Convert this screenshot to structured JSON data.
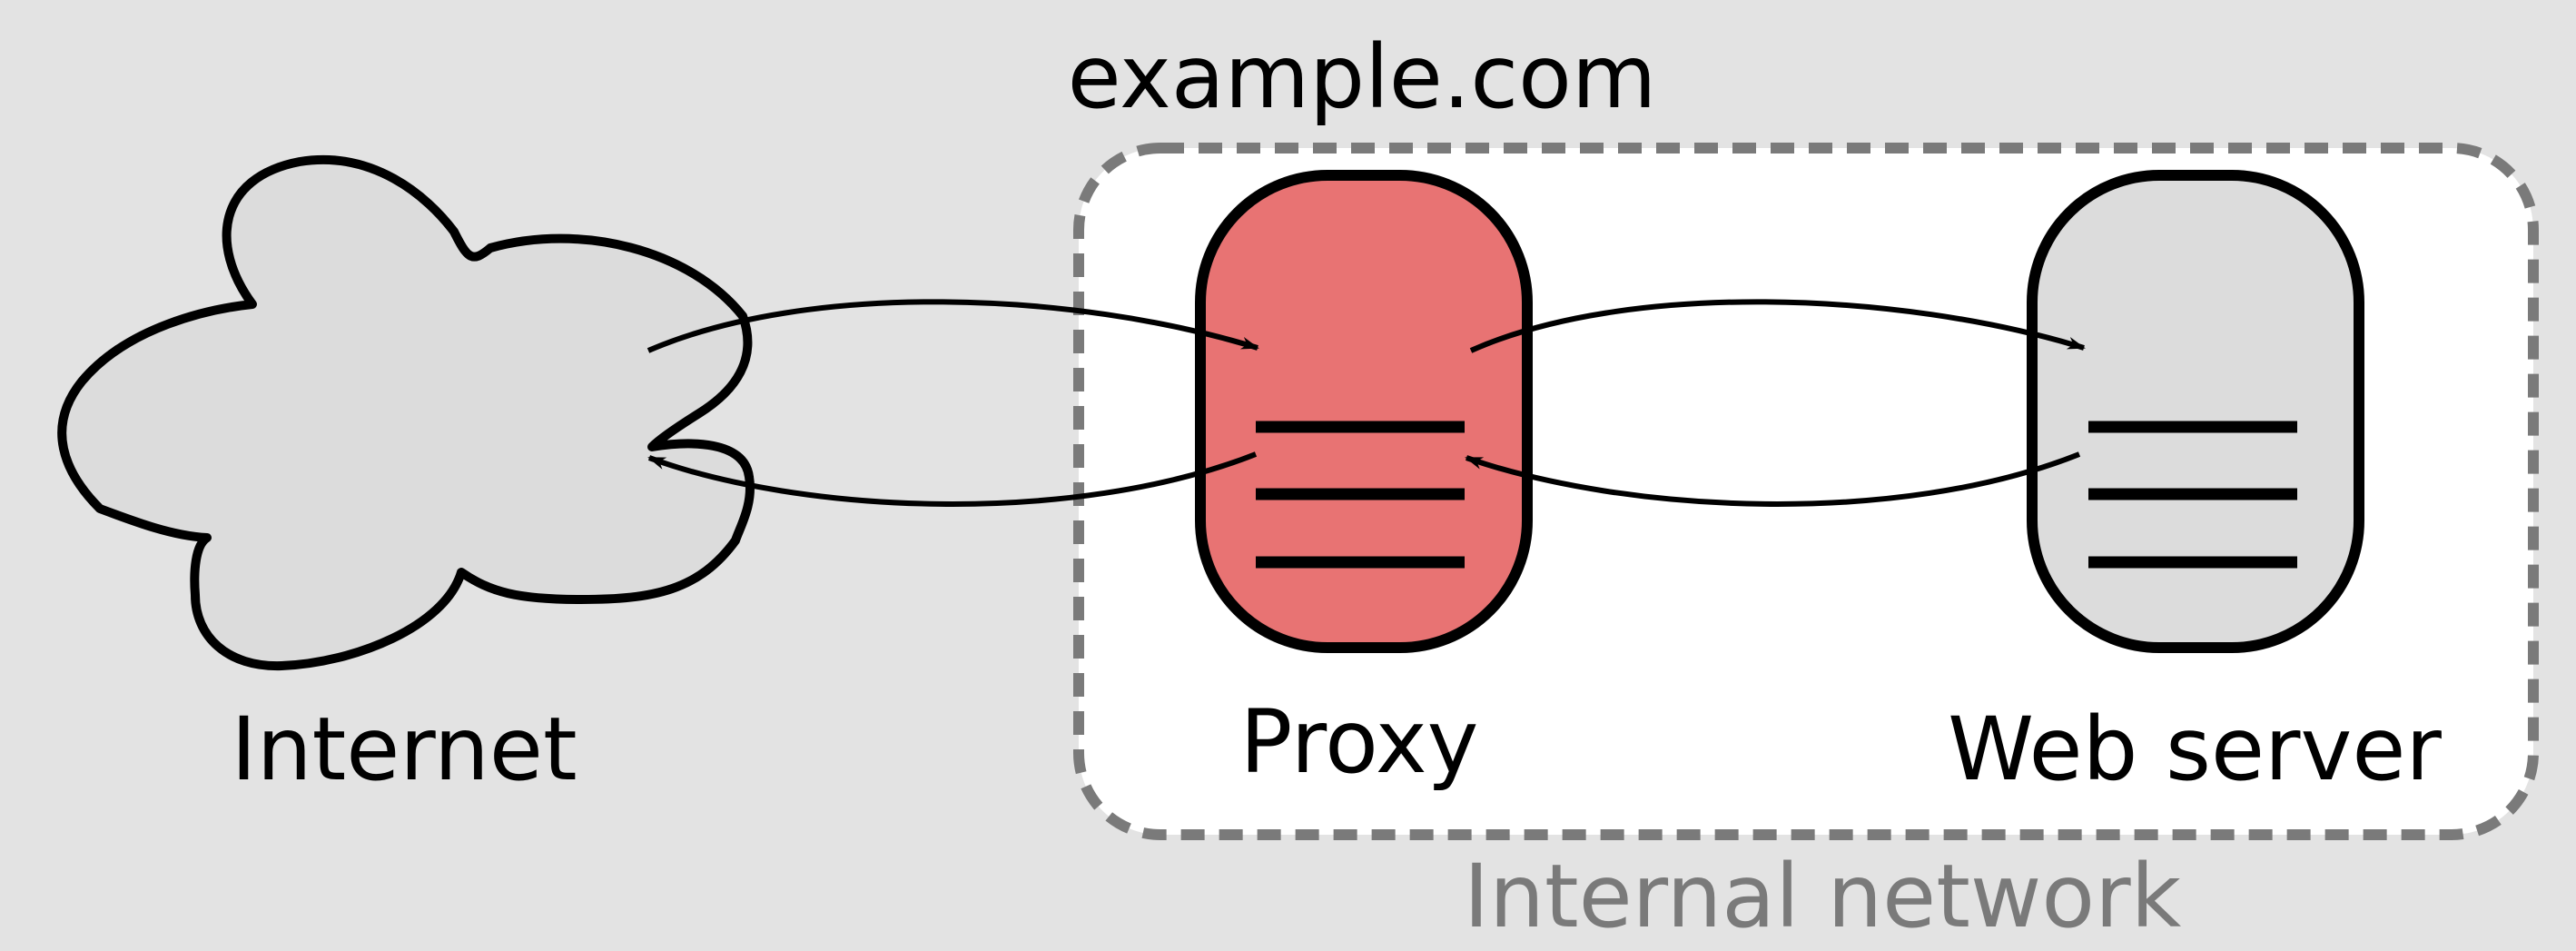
{
  "domain_label": "example.com",
  "internet": {
    "label": "Internet",
    "icon": "cloud-icon",
    "fill_color": "#dcdcdc"
  },
  "proxy": {
    "label": "Proxy",
    "icon": "server-icon",
    "fill_color": "#e87373"
  },
  "web_server": {
    "label": "Web server",
    "icon": "server-icon",
    "fill_color": "#dcdcdc"
  },
  "internal_network": {
    "label": "Internal network",
    "border_style": "dashed",
    "border_color": "#7a7a7a",
    "fill_color": "#ffffff"
  },
  "connections": [
    {
      "from": "Internet",
      "to": "Proxy"
    },
    {
      "from": "Proxy",
      "to": "Internet"
    },
    {
      "from": "Proxy",
      "to": "Web server"
    },
    {
      "from": "Web server",
      "to": "Proxy"
    }
  ],
  "colors": {
    "background": "#e3e3e3",
    "stroke": "#000000"
  }
}
